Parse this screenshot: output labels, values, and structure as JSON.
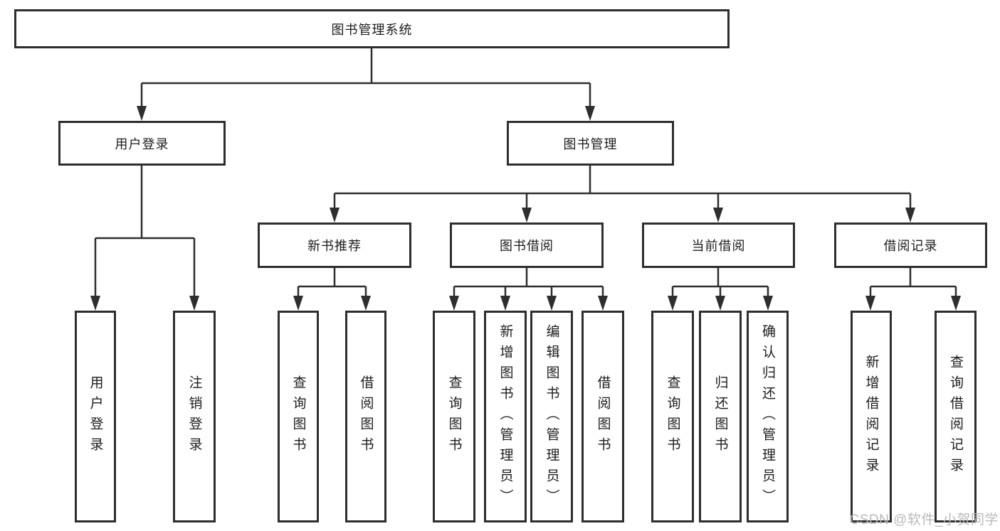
{
  "tree": {
    "root": {
      "label": "图书管理系统"
    },
    "branches": [
      {
        "label": "用户登录",
        "children": [
          {
            "label": "用户登录"
          },
          {
            "label": "注销登录"
          }
        ]
      },
      {
        "label": "图书管理",
        "children": [
          {
            "label": "新书推荐",
            "children": [
              {
                "label": "查询图书"
              },
              {
                "label": "借阅图书"
              }
            ]
          },
          {
            "label": "图书借阅",
            "children": [
              {
                "label": "查询图书"
              },
              {
                "label": "新增图书（管理员）"
              },
              {
                "label": "编辑图书（管理员）"
              },
              {
                "label": "借阅图书"
              }
            ]
          },
          {
            "label": "当前借阅",
            "children": [
              {
                "label": "查询图书"
              },
              {
                "label": "归还图书"
              },
              {
                "label": "确认归还（管理员）"
              }
            ]
          },
          {
            "label": "借阅记录",
            "children": [
              {
                "label": "新增借阅记录"
              },
              {
                "label": "查询借阅记录"
              }
            ]
          }
        ]
      }
    ]
  },
  "watermark": {
    "text": "CSDN @软件_小贺同学"
  },
  "colors": {
    "line": "#2e2e2e",
    "text": "#1c1c1c",
    "watermark_text": "#b9b9b9",
    "background": "#ffffff"
  }
}
